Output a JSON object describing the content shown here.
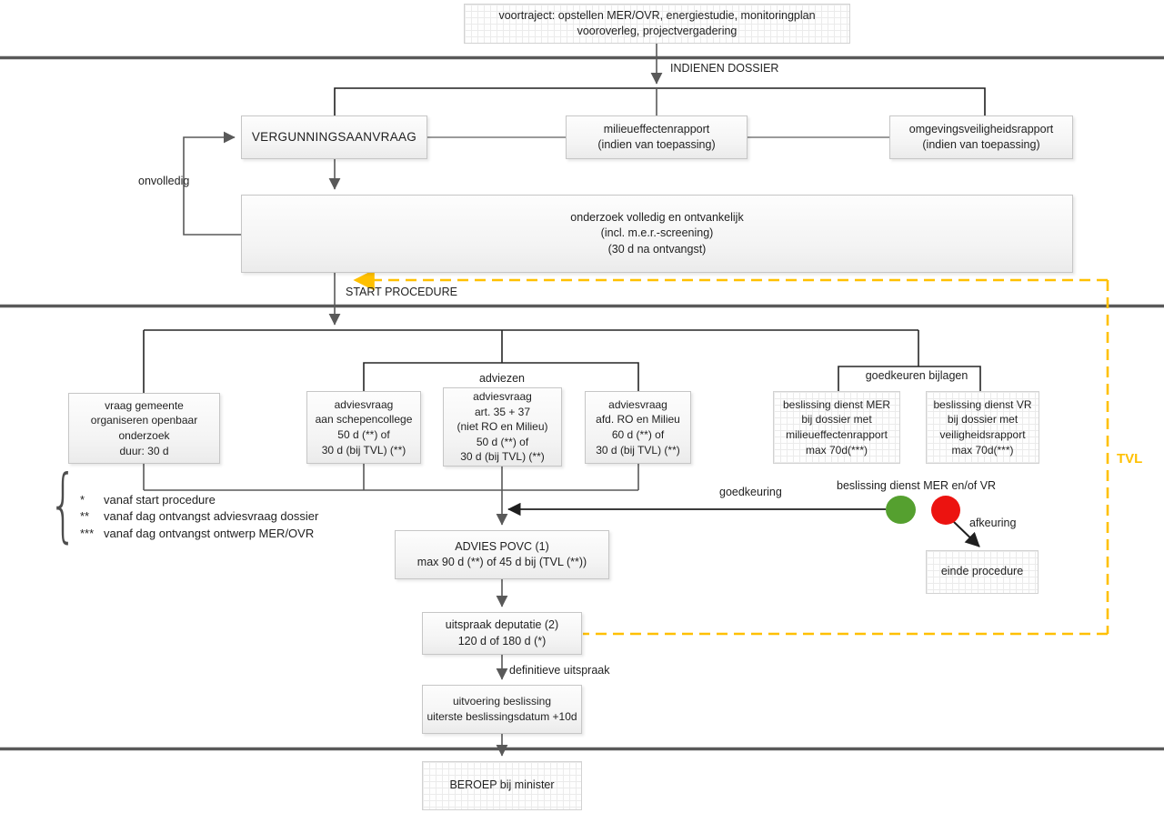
{
  "nodes": {
    "voortraject": {
      "text": "voortraject: opstellen MER/OVR, energiestudie, monitoringplan\nvooroverleg, projectvergadering"
    },
    "vergunningsaanvraag": {
      "text": "VERGUNNINGSAANVRAAG"
    },
    "milieueffectenrapport": {
      "text": "milieueffectenrapport\n(indien van toepassing)"
    },
    "omgevingsveiligheidsrapport": {
      "text": "omgevingsveiligheidsrapport\n(indien van toepassing)"
    },
    "onderzoek": {
      "text": "onderzoek volledig en ontvankelijk\n(incl. m.e.r.-screening)\n(30 d na ontvangst)"
    },
    "vraag_gemeente": {
      "text": "vraag gemeente\norganiseren openbaar onderzoek\nduur: 30 d"
    },
    "adviesvraag_schepencollege": {
      "text": "adviesvraag\naan schepencollege\n50 d (**) of\n30 d (bij TVL) (**)"
    },
    "adviesvraag_art_35_37": {
      "text": "adviesvraag\nart. 35 + 37\n(niet RO en Milieu)\n50 d (**) of\n30 d (bij TVL) (**)"
    },
    "adviesvraag_afd_ro": {
      "text": "adviesvraag\nafd. RO en Milieu\n60 d (**) of\n30 d (bij TVL) (**)"
    },
    "beslissing_dienst_mer": {
      "text": "beslissing dienst MER\nbij dossier met\nmilieueffectenrapport\nmax 70d(***)"
    },
    "beslissing_dienst_vr": {
      "text": "beslissing dienst VR\nbij dossier met\nveiligheidsrapport\nmax 70d(***)"
    },
    "einde_procedure": {
      "text": "einde procedure"
    },
    "advies_povc": {
      "text": "ADVIES POVC (1)\nmax 90 d (**) of 45 d bij (TVL (**))"
    },
    "uitspraak_deputatie": {
      "text": "uitspraak deputatie (2)\n120 d of 180 d (*)"
    },
    "uitvoering_beslissing": {
      "text": "uitvoering beslissing\nuiterste beslissingsdatum +10d"
    },
    "beroep": {
      "text": "BEROEP bij minister"
    }
  },
  "labels": {
    "indienen_dossier": "INDIENEN DOSSIER",
    "onvolledig": "onvolledig",
    "start_procedure": "START PROCEDURE",
    "adviezen": "adviezen",
    "goedkeuren_bijlagen": "goedkeuren bijlagen",
    "goedkeuring": "goedkeuring",
    "beslissing_mer_vr": "beslissing dienst MER en/of VR",
    "afkeuring": "afkeuring",
    "definitieve_uitspraak": "definitieve uitspraak",
    "tvl": "TVL"
  },
  "footnotes": [
    {
      "marker": "*",
      "text": "vanaf start procedure"
    },
    {
      "marker": "**",
      "text": "vanaf dag ontvangst adviesvraag dossier"
    },
    {
      "marker": "***",
      "text": "vanaf dag ontvangst ontwerp MER/OVR"
    }
  ],
  "footnote_brace": "{",
  "colors": {
    "accent_gold": "#FFC000",
    "approve_green": "#55A02F",
    "reject_red": "#EC1310",
    "rule_gray": "#595959",
    "wire_black": "#1f1f1f"
  }
}
